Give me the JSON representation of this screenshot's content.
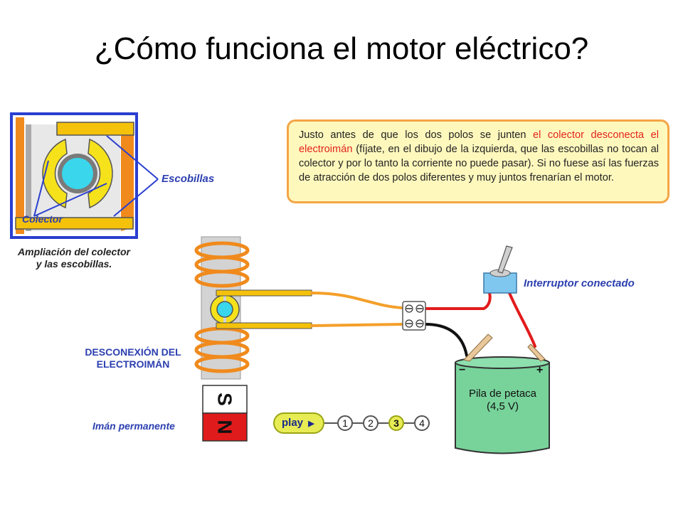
{
  "title": "¿Cómo funciona el motor eléctrico?",
  "note": {
    "part1": "Justo antes de que los dos polos se junten ",
    "highlight": "el colector desconecta el electroimán",
    "part2": " (fíjate, en el dibujo de la izquierda, que las escobillas no tocan al colector y por lo tanto la corriente no puede pasar). Si no fuese así las fuerzas de atracción de dos polos diferentes y muy juntos frenarían el motor."
  },
  "labels": {
    "escobillas": "Escobillas",
    "colector": "Colector",
    "ampliacion_line1": "Ampliación del colector",
    "ampliacion_line2": "y las escobillas.",
    "interruptor": "Interruptor conectado",
    "desconexion_line1": "DESCONEXIÓN DEL",
    "desconexion_line2": "ELECTROIMÁN",
    "iman": "Imán permanente",
    "magnet_s": "S",
    "magnet_n": "N",
    "battery_line1": "Pila de petaca",
    "battery_line2": "(4,5 V)",
    "battery_minus": "−",
    "battery_plus": "+"
  },
  "controls": {
    "play": "play",
    "play_glyph": "▶",
    "steps": [
      "1",
      "2",
      "3",
      "4"
    ],
    "active_step": "3"
  },
  "colors": {
    "coil": "#f08a1c",
    "wire_orange": "#f4a02a",
    "wire_red": "#e21b1b",
    "wire_black": "#111111",
    "battery": "#78d39b",
    "switch": "#7fc7ef",
    "magnet_red": "#e01b1b",
    "highlight_text": "#e2231a",
    "label_blue": "#2c3fb0",
    "commutator_yellow": "#f5e21b",
    "shaft_cyan": "#3ad6ec"
  }
}
